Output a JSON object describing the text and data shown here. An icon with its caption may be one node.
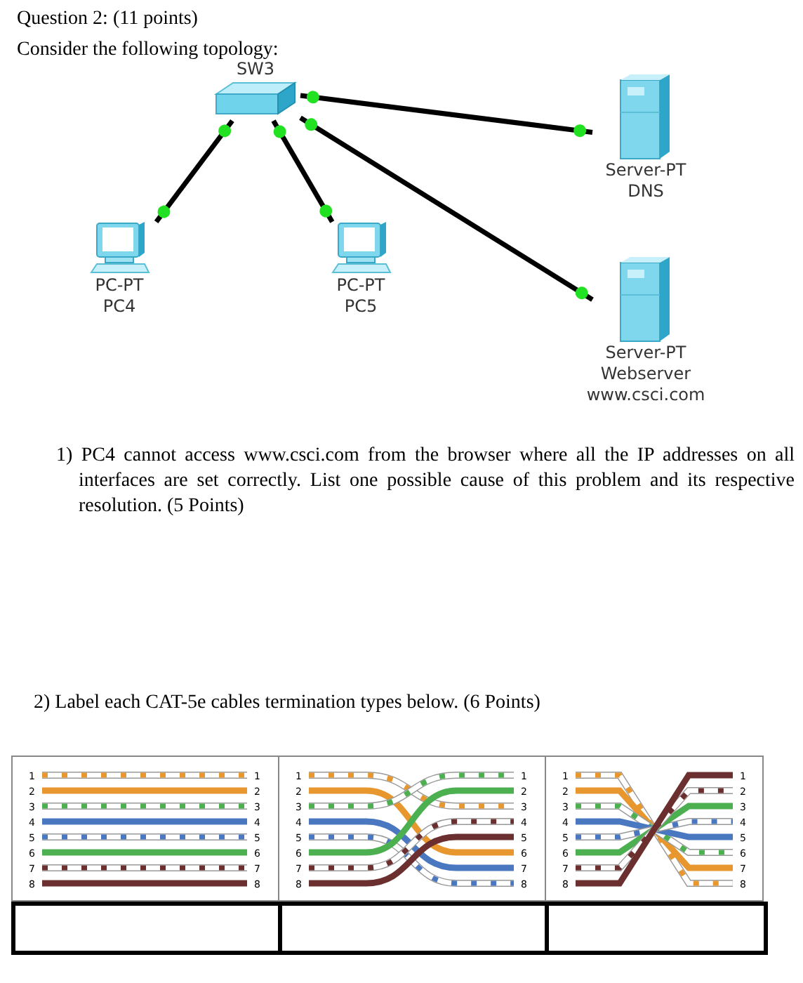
{
  "diagram": {
    "title": "Question 2: (11 points)",
    "nodes": [
      {
        "text": [
          "SW3"
        ]
      },
      {
        "text": [
          "PC-PT",
          "PC4"
        ]
      },
      {
        "text": [
          "PC-PT",
          "PC5"
        ]
      },
      {
        "text": [
          "Server-PT",
          "DNS"
        ]
      },
      {
        "text": [
          "Server-PT",
          "Webserver",
          "www.csci.com"
        ]
      }
    ],
    "edges": [
      {
        "from": 0,
        "to": 1,
        "arrow": "other"
      },
      {
        "from": 0,
        "to": 2,
        "arrow": "other"
      },
      {
        "from": 0,
        "to": 3,
        "arrow": "other"
      },
      {
        "from": 0,
        "to": 4,
        "arrow": "other"
      }
    ],
    "labels": [
      "Consider the following topology:",
      "1) PC4 cannot access www.csci.com from the browser where all the IP addresses on all interfaces are set correctly. List one possible cause of this problem and its respective resolution. (5 Points)",
      "2) Label each CAT-5e cables termination types below. (6 Points)",
      "1",
      "1",
      "1",
      "1",
      "1",
      "1",
      "2",
      "2",
      "2",
      "2",
      "2",
      "2",
      "3",
      "3",
      "3",
      "3",
      "3",
      "3",
      "4",
      "4",
      "4",
      "4",
      "4",
      "4",
      "5",
      "5",
      "5",
      "5",
      "5",
      "5",
      "6",
      "6",
      "6",
      "6",
      "6",
      "6",
      "7",
      "7",
      "7",
      "7",
      "7",
      "7",
      "8",
      "8",
      "8",
      "8",
      "8",
      "8"
    ]
  }
}
